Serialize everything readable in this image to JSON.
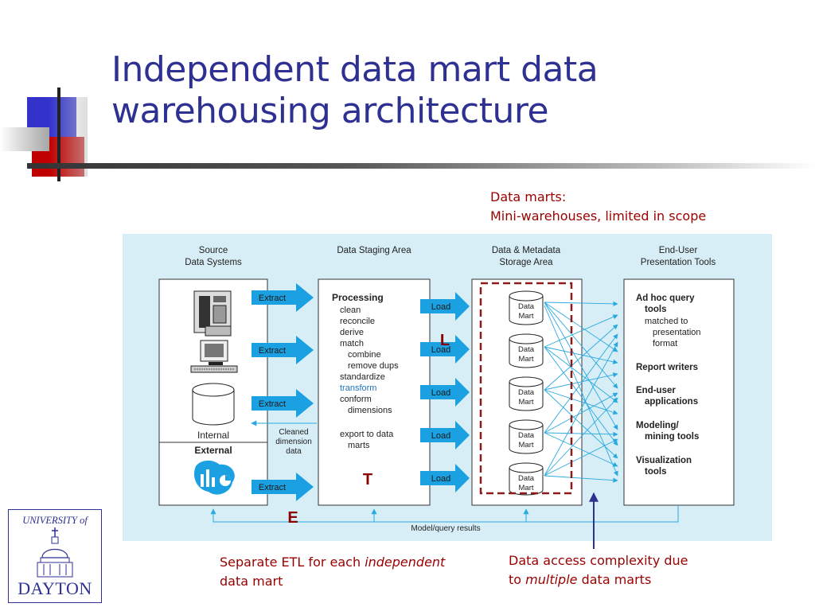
{
  "slide": {
    "title_line1": "Independent data mart data",
    "title_line2": "warehousing architecture"
  },
  "callouts": {
    "data_marts_line1": "Data marts:",
    "data_marts_line2": "Mini-warehouses, limited in scope",
    "etl_prefix": "Separate ETL for each ",
    "etl_italic": "independent",
    "etl_suffix": "data mart",
    "access_line1": "Data access complexity due",
    "access_prefix": "to ",
    "access_italic": "multiple",
    "access_suffix": " data marts"
  },
  "logo": {
    "top": "UNIVERSITY of",
    "bottom": "DAYTON"
  },
  "diagram": {
    "columns": {
      "source_line1": "Source",
      "source_line2": "Data Systems",
      "staging": "Data Staging Area",
      "storage_line1": "Data & Metadata",
      "storage_line2": "Storage Area",
      "enduser_line1": "End-User",
      "enduser_line2": "Presentation Tools"
    },
    "source": {
      "internal_label": "Internal",
      "external_label": "External"
    },
    "extract_label": "Extract",
    "load_label": "Load",
    "cleaned_line1": "Cleaned",
    "cleaned_line2": "dimension",
    "cleaned_line3": "data",
    "processing": {
      "heading": "Processing",
      "l1": "clean",
      "l2": "reconcile",
      "l3": "derive",
      "l4": "match",
      "l5": "combine",
      "l6": "remove dups",
      "l7": "standardize",
      "l8": "transform",
      "l9": "conform",
      "l10": "dimensions",
      "l11": "export to data",
      "l12": "marts"
    },
    "mart_line1": "Data",
    "mart_line2": "Mart",
    "tools": {
      "t1a": "Ad hoc query",
      "t1b": "tools",
      "t1c": "matched to",
      "t1d": "presentation",
      "t1e": "format",
      "t2": "Report writers",
      "t3a": "End-user",
      "t3b": "applications",
      "t4a": "Modeling/",
      "t4b": "mining tools",
      "t5a": "Visualization",
      "t5b": "tools"
    },
    "feedback_label": "Model/query results",
    "letters": {
      "e": "E",
      "t": "T",
      "l": "L"
    }
  },
  "colors": {
    "title": "#2E3192",
    "callout": "#990000",
    "panel": "#D7EEF7",
    "arrow": "#1BA1E2",
    "thin_arrow": "#29A9E0",
    "dashed": "#8B1A1A",
    "transform_text": "#1E73BE"
  }
}
